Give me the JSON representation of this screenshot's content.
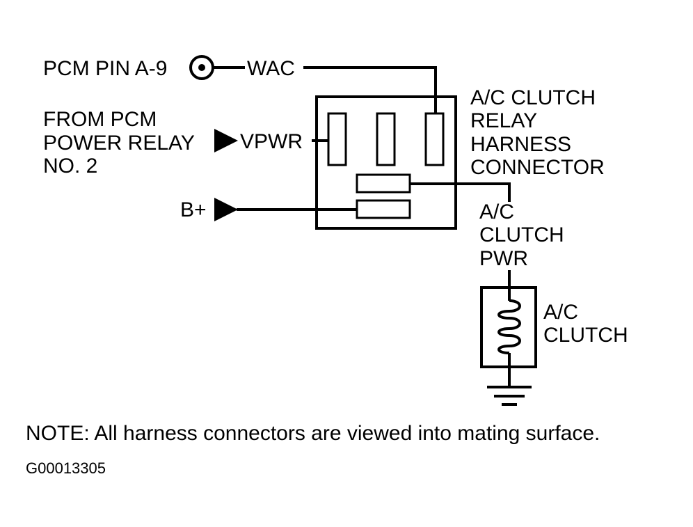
{
  "diagram": {
    "labels": {
      "pcm_pin": "PCM PIN A-9",
      "wac": "WAC",
      "from_pcm_line1": "FROM PCM",
      "from_pcm_line2": "POWER RELAY",
      "from_pcm_line3": "NO. 2",
      "vpwr": "VPWR",
      "b_plus": "B+",
      "relay_line1": "A/C CLUTCH",
      "relay_line2": "RELAY",
      "relay_line3": "HARNESS",
      "relay_line4": "CONNECTOR",
      "clutch_pwr_line1": "A/C",
      "clutch_pwr_line2": "CLUTCH",
      "clutch_pwr_line3": "PWR",
      "clutch_line1": "A/C",
      "clutch_line2": "CLUTCH"
    },
    "note": "NOTE:  All harness connectors are viewed into mating surface.",
    "figure_id": "G00013305",
    "colors": {
      "ink": "#000000",
      "paper": "#ffffff"
    }
  }
}
